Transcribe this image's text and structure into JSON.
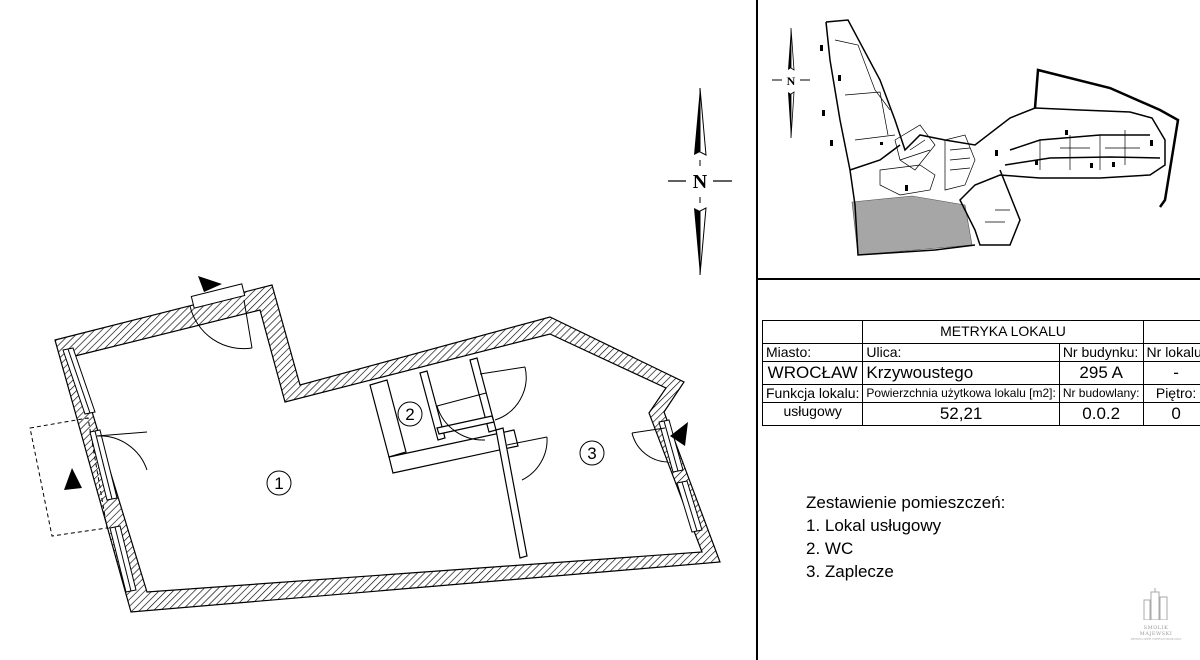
{
  "plan": {
    "compass_letter": "N",
    "room_labels": [
      "1",
      "2",
      "3"
    ]
  },
  "key_plan": {
    "compass_letter": "N",
    "highlight_color": "#a6a6a6"
  },
  "metryka": {
    "title": "METRYKA LOKALU",
    "miasto_label": "Miasto:",
    "miasto_value": "WROCŁAW",
    "ulica_label": "Ulica:",
    "ulica_value": "Krzywoustego",
    "nr_budynku_label": "Nr budynku:",
    "nr_budynku_value": "295 A",
    "nr_lokalu_label": "Nr lokalu:",
    "nr_lokalu_value": "-",
    "funkcja_label": "Funkcja lokalu:",
    "funkcja_value": "usługowy",
    "powierzchnia_label": "Powierzchnia użytkowa lokalu [m2]:",
    "powierzchnia_value": "52,21",
    "nr_budowlany_label": "Nr budowlany:",
    "nr_budowlany_value": "0.0.2",
    "pietro_label": "Piętro:",
    "pietro_value": "0"
  },
  "zestawienie": {
    "title": "Zestawienie pomieszczeń:",
    "items": [
      "1. Lokal usługowy",
      "2. WC",
      "3. Zaplecze"
    ]
  },
  "logo": {
    "line1": "SMOLIK MAJEWSKI",
    "line2": "DEWELOPER NIERUCHOMOŚCI"
  }
}
